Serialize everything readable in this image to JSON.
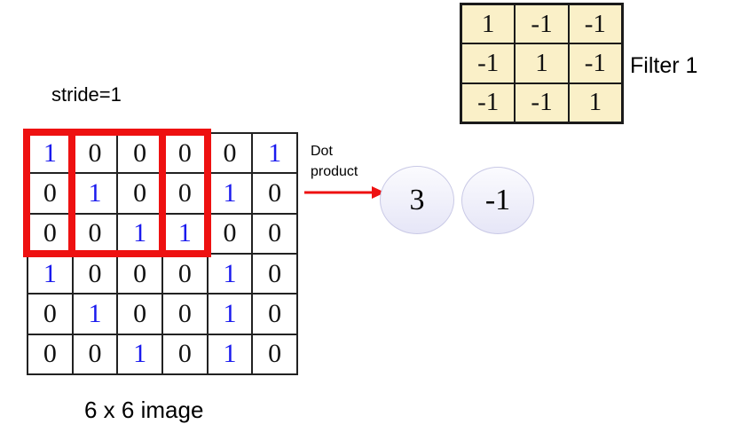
{
  "slide": {
    "stride_label": "stride=1",
    "filter_label": "Filter 1",
    "dot_product_label": "Dot product",
    "image_caption": "6 x 6 image",
    "filter": {
      "rows": [
        [
          1,
          -1,
          -1
        ],
        [
          -1,
          1,
          -1
        ],
        [
          -1,
          -1,
          1
        ]
      ]
    },
    "image_grid": {
      "rows": [
        [
          1,
          0,
          0,
          0,
          0,
          1
        ],
        [
          0,
          1,
          0,
          0,
          1,
          0
        ],
        [
          0,
          0,
          1,
          1,
          0,
          0
        ],
        [
          1,
          0,
          0,
          0,
          1,
          0
        ],
        [
          0,
          1,
          0,
          0,
          1,
          0
        ],
        [
          0,
          0,
          1,
          0,
          1,
          0
        ]
      ]
    },
    "results": [
      {
        "value": "3"
      },
      {
        "value": "-1"
      }
    ],
    "colors": {
      "one_digit_blue": "#1a1aee",
      "zero_digit_black": "#111111",
      "highlight_red": "#ee1111",
      "filter_cell_bg": "#faf0c8",
      "result_circle_fill": "#e9e9f8",
      "result_circle_border": "#c9c9e6"
    }
  }
}
